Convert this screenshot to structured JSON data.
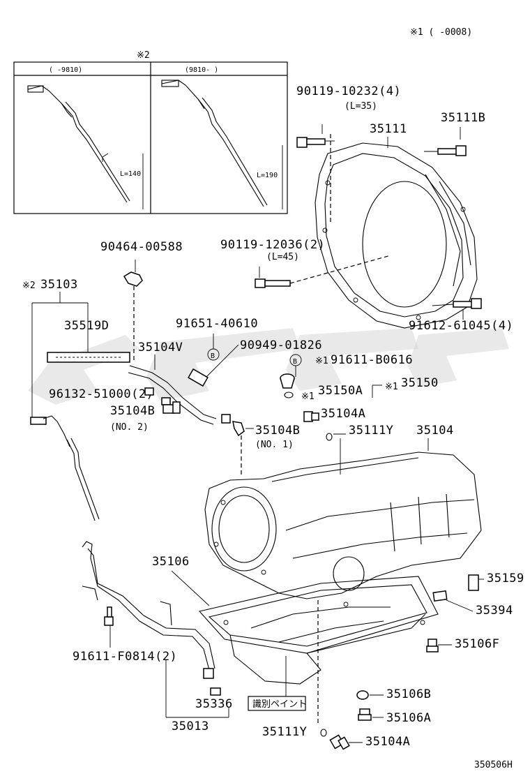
{
  "header": {
    "note_s1": "※1 (     -0008)",
    "note_s2": "※2"
  },
  "inset": {
    "left_title": "(     -9810)",
    "right_title": "(9810-     )",
    "left_length": "L=140",
    "right_length": "L=190"
  },
  "callouts": {
    "p90119_10232": "90119-10232(4)",
    "p90119_10232_len": "(L=35)",
    "p35111": "35111",
    "p35111b": "35111B",
    "p90119_12036": "90119-12036(2)",
    "p90119_12036_len": "(L=45)",
    "p91612_61045": "91612-61045(4)",
    "p90464_00588": "90464-00588",
    "p35103_mark": "※2",
    "p35103": "35103",
    "p35519d": "35519D",
    "p91651_40610": "91651-40610",
    "p35104v": "35104V",
    "p90949_01826": "90949-01826",
    "p91611_b0616_mark": "※1",
    "p91611_b0616": "91611-B0616",
    "p96132_51000": "96132-51000(2)",
    "p35150a_mark": "※1",
    "p35150a": "35150A",
    "p35150_mark": "※1",
    "p35150": "35150",
    "p35104b_no2": "35104B",
    "p35104b_no2_sub": "(NO. 2)",
    "p35104a_top": "35104A",
    "p35104b_no1": "35104B",
    "p35104b_no1_sub": "(NO. 1)",
    "p35111y_top": "35111Y",
    "p35104": "35104",
    "p35106": "35106",
    "p35159": "35159",
    "p35394": "35394",
    "p35106f": "35106F",
    "p91611_f0814": "91611-F0814(2)",
    "p35336": "35336",
    "p35013": "35013",
    "paint_label": "識別ペイント",
    "p35106b": "35106B",
    "p35106a": "35106A",
    "p35111y_bottom": "35111Y",
    "p35104a_bottom": "35104A",
    "o_marker_b": "—",
    "b_circle_1": "B",
    "b_circle_2": "B"
  },
  "footer": {
    "figure_id": "350506H"
  }
}
